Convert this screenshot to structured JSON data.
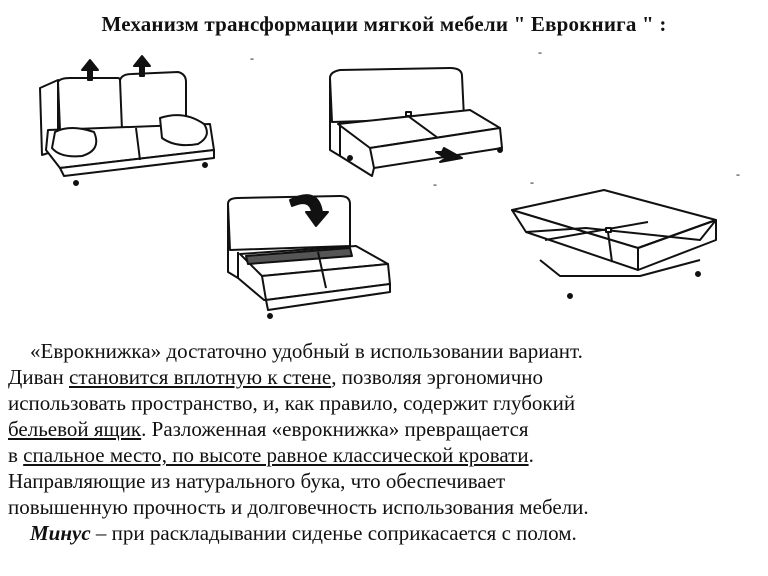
{
  "title": "Механизм трансформации мягкой мебели \" Еврокнига \" :",
  "paragraph": {
    "line1": "«Еврокнижка» достаточно удобный в использовании вариант.",
    "line2_a": "Диван ",
    "line2_link": "становится вплотную к стене",
    "line2_b": ", позволяя эргономично",
    "line3": "использовать пространство, и, как правило, содержит глубокий",
    "line4_link": "бельевой ящик",
    "line4_b": ". Разложенная «еврокнижка» превращается",
    "line5_a": "в ",
    "line5_link": "спальное место, по высоте равное классической кровати",
    "line5_b": ".",
    "line6": "Направляющие из натурального бука, что обеспечивает",
    "line7": "повышенную прочность и долговечность использования мебели.",
    "minus_label": "Минус",
    "minus_text": " – при раскладывании сиденье соприкасается с полом."
  },
  "stray_marks": [
    "-",
    "-",
    "-",
    "-",
    "-"
  ]
}
